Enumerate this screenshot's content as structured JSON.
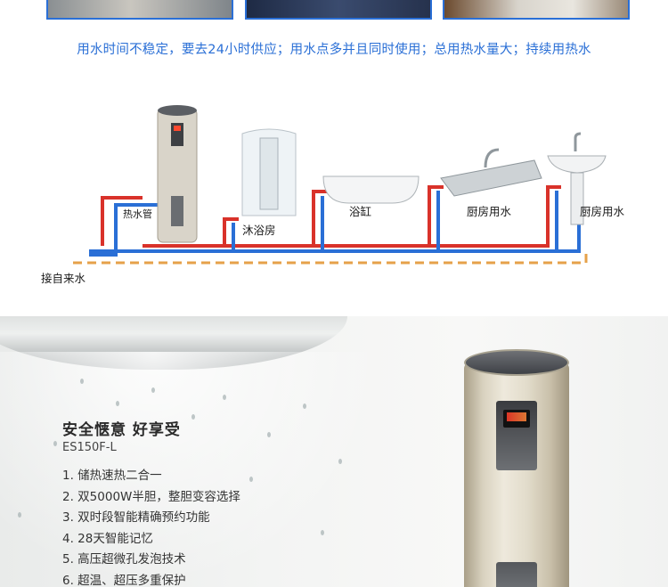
{
  "tagline": "用水时间不稳定，要去24小时供应；用水点多并且同时使用；总用热水量大；持续用热水",
  "diagram": {
    "hot_water_out": "热水管",
    "shower_room": "沐浴房",
    "bathtub": "浴缸",
    "kitchen_water_1": "厨房用水",
    "kitchen_water_2": "厨房用水",
    "tap_water_inlet": "接自来水",
    "pipe_hot_color": "#d9322a",
    "pipe_cold_color": "#2a6fd6",
    "floor_dash_color": "#e6a14a"
  },
  "product": {
    "headline": "安全惬意  好享受",
    "model": "ES150F-L",
    "features": [
      "1. 储热速热二合一",
      "2. 双5000W半胆，整胆变容选择",
      "3. 双时段智能精确预约功能",
      "4. 28天智能记忆",
      "5. 高压超微孔发泡技术",
      "6. 超温、超压多重保护"
    ]
  },
  "colors": {
    "accent_blue": "#2a6fd6"
  }
}
